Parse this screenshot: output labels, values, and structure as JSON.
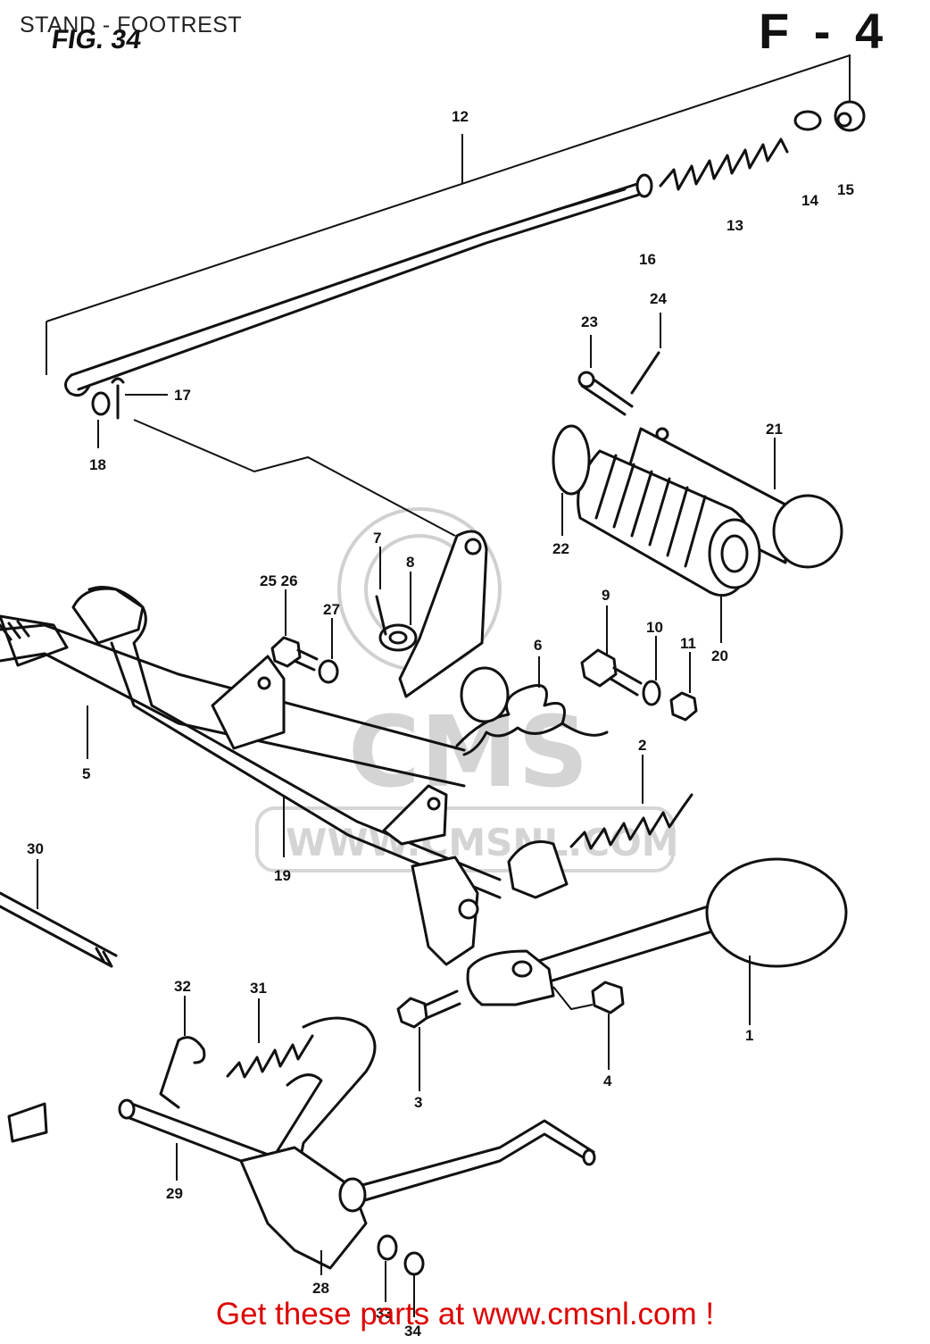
{
  "header": {
    "title": "STAND - FOOTREST",
    "figure": "FIG. 34",
    "page": "F - 4"
  },
  "watermark": {
    "logo": "CMS",
    "site": "WWW.CMSNL.COM"
  },
  "callouts": [
    {
      "id": "c1",
      "label": "1"
    },
    {
      "id": "c2",
      "label": "2"
    },
    {
      "id": "c3",
      "label": "3"
    },
    {
      "id": "c4",
      "label": "4"
    },
    {
      "id": "c5",
      "label": "5"
    },
    {
      "id": "c6",
      "label": "6"
    },
    {
      "id": "c7",
      "label": "7"
    },
    {
      "id": "c8",
      "label": "8"
    },
    {
      "id": "c9",
      "label": "9"
    },
    {
      "id": "c10",
      "label": "10"
    },
    {
      "id": "c11",
      "label": "11"
    },
    {
      "id": "c12",
      "label": "12"
    },
    {
      "id": "c13",
      "label": "13"
    },
    {
      "id": "c14",
      "label": "14"
    },
    {
      "id": "c15",
      "label": "15"
    },
    {
      "id": "c16",
      "label": "16"
    },
    {
      "id": "c17",
      "label": "17"
    },
    {
      "id": "c18",
      "label": "18"
    },
    {
      "id": "c19",
      "label": "19"
    },
    {
      "id": "c20",
      "label": "20"
    },
    {
      "id": "c21",
      "label": "21"
    },
    {
      "id": "c22",
      "label": "22"
    },
    {
      "id": "c23",
      "label": "23"
    },
    {
      "id": "c24",
      "label": "24"
    },
    {
      "id": "c25",
      "label": "25 26"
    },
    {
      "id": "c27",
      "label": "27"
    },
    {
      "id": "c28",
      "label": "28"
    },
    {
      "id": "c29",
      "label": "29"
    },
    {
      "id": "c30",
      "label": "30"
    },
    {
      "id": "c31",
      "label": "31"
    },
    {
      "id": "c32",
      "label": "32"
    },
    {
      "id": "c33",
      "label": "33"
    },
    {
      "id": "c34",
      "label": "34"
    }
  ],
  "footer": {
    "text": "Get these parts at www.cmsnl.com !",
    "color": "#dd0000"
  }
}
